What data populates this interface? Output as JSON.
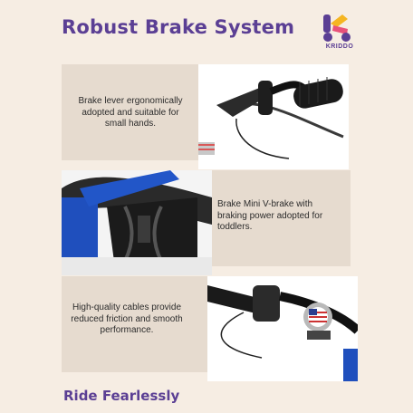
{
  "header": {
    "title": "Robust Brake System",
    "logo_text": "KRIDDO"
  },
  "features": [
    {
      "text": "Brake lever ergonomically adopted and suitable for small hands."
    },
    {
      "text": "Brake Mini V-brake with braking power adopted for toddlers."
    },
    {
      "text": "High-quality cables provide reduced friction and smooth performance."
    }
  ],
  "footer": {
    "tagline": "Ride Fearlessly"
  },
  "colors": {
    "background": "#f6ede3",
    "card": "#e6dbcf",
    "brand_purple": "#5b3f94",
    "logo_yellow": "#f5b521",
    "logo_pink": "#e8517a",
    "frame_blue": "#1f4fbd"
  }
}
